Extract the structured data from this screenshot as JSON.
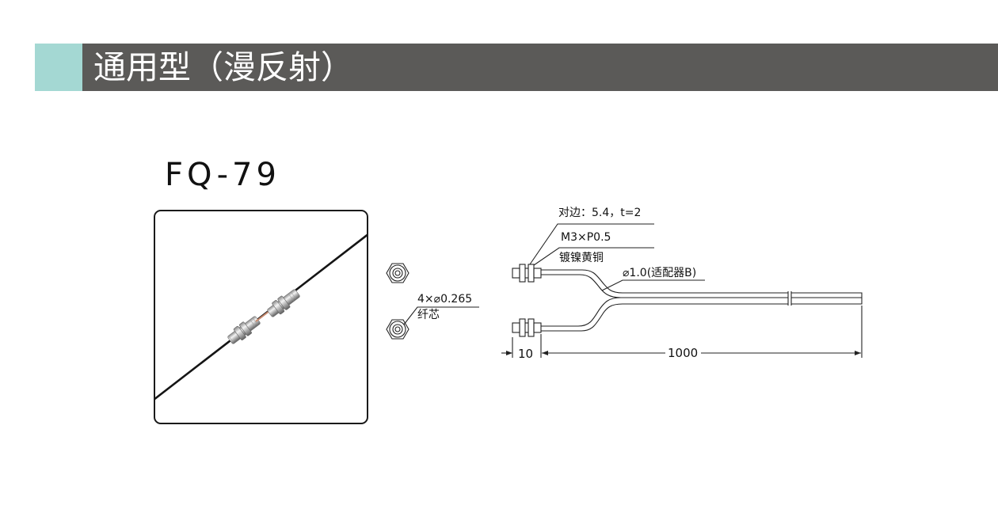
{
  "header": {
    "title": "通用型（漫反射）",
    "accent_color": "#a4d8d3",
    "bar_color": "#5b5a58"
  },
  "product": {
    "model": "FQ-79",
    "photo_icon": "fiber-sensor-photo"
  },
  "end_view": {
    "icons": [
      "hex-nut-icon",
      "fiber-end-icon"
    ],
    "core_label_line1": "4×⌀0.265",
    "core_label_line2": "纤芯"
  },
  "side_view": {
    "nut_label": "对边：5.4，t=2",
    "thread_label": "M3×P0.5",
    "material_label": "镀镍黄铜",
    "cable_label": "⌀1.0(适配器B)",
    "dim_head": "10",
    "dim_cable": "1000"
  }
}
